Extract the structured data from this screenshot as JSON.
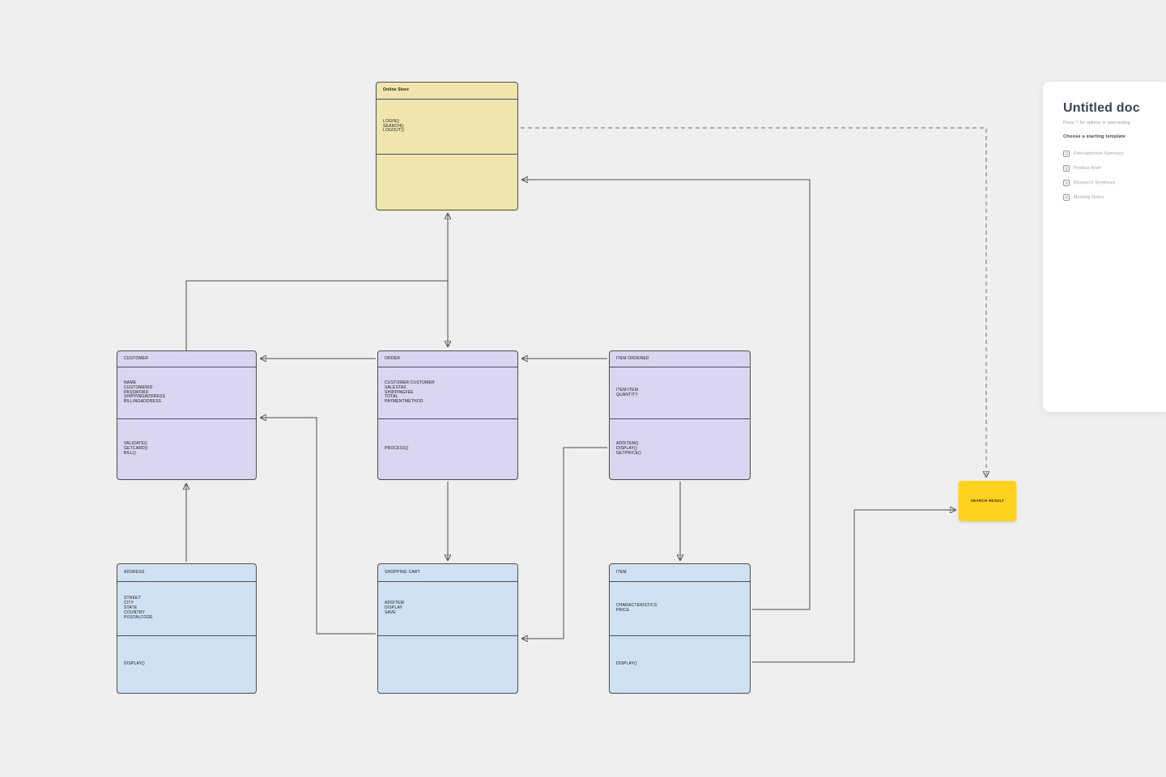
{
  "app": {
    "canvas_background": "#efefef",
    "colors": {
      "class_yellow": "#f0e6ad",
      "class_purple": "#dad6f1",
      "class_blue": "#cfe1f3",
      "sticky_yellow": "#ffd21f",
      "connector": "#4c4c4c",
      "panel_text_dark": "#3b4358",
      "panel_text_muted": "#9aa1ad"
    }
  },
  "diagram": {
    "classes": [
      {
        "title": "Online Store",
        "attributes": "LOGIN()\nSEARCH()\nLOGOUT()",
        "methods": ""
      },
      {
        "title": "CUSTOMER",
        "attributes": "NAME\nCUSTOMERID\nPASSWORD\nSHIPPINGADDRESS\nBILLINGADDRESS",
        "methods": "VALIDATE()\nGETCARD()\nBILL()"
      },
      {
        "title": "ORDER",
        "attributes": "CUSTOMER:CUSTOMER\nSALESTAX\nSHIPPINGFEE\nTOTAL\nPAYMENTMETHOD",
        "methods": "PROCESS()"
      },
      {
        "title": "ITEM ORDERED",
        "attributes": "ITEM:ITEM\nQUANTITY",
        "methods": "ADDITEM()\nDISPLAY()\nGETPRICE()"
      },
      {
        "title": "ADDRESS",
        "attributes": "STREET\nCITY\nSTATE\nCOUNTRY\nPOSTALCODE",
        "methods": "DISPLAY()"
      },
      {
        "title": "SHOPPING CART",
        "attributes": "ADDITEM\nDISPLAY\nSAVE",
        "methods": ""
      },
      {
        "title": "ITEM",
        "attributes": "CHARACTERISTICS\nPRICE",
        "methods": "DISPLAY()"
      }
    ],
    "sticky": {
      "label": "SEARCH RESULT"
    }
  },
  "panel": {
    "title": "Untitled doc",
    "hint": "Press '/' for options or start writing",
    "section_heading": "Choose a starting template",
    "templates": [
      {
        "label": "Retrospective Summary"
      },
      {
        "label": "Product Brief"
      },
      {
        "label": "Research Synthesis"
      },
      {
        "label": "Meeting Notes"
      }
    ]
  }
}
